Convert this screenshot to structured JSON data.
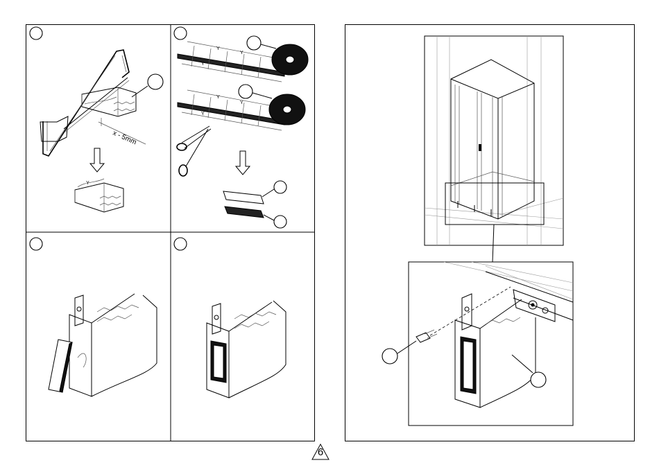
{
  "page": {
    "number": "6"
  },
  "panels": {
    "saw": {
      "dimension_label": "x - 5mm",
      "tape_width_label": "Y"
    },
    "tape": {
      "tape_width_label": "Y"
    }
  }
}
